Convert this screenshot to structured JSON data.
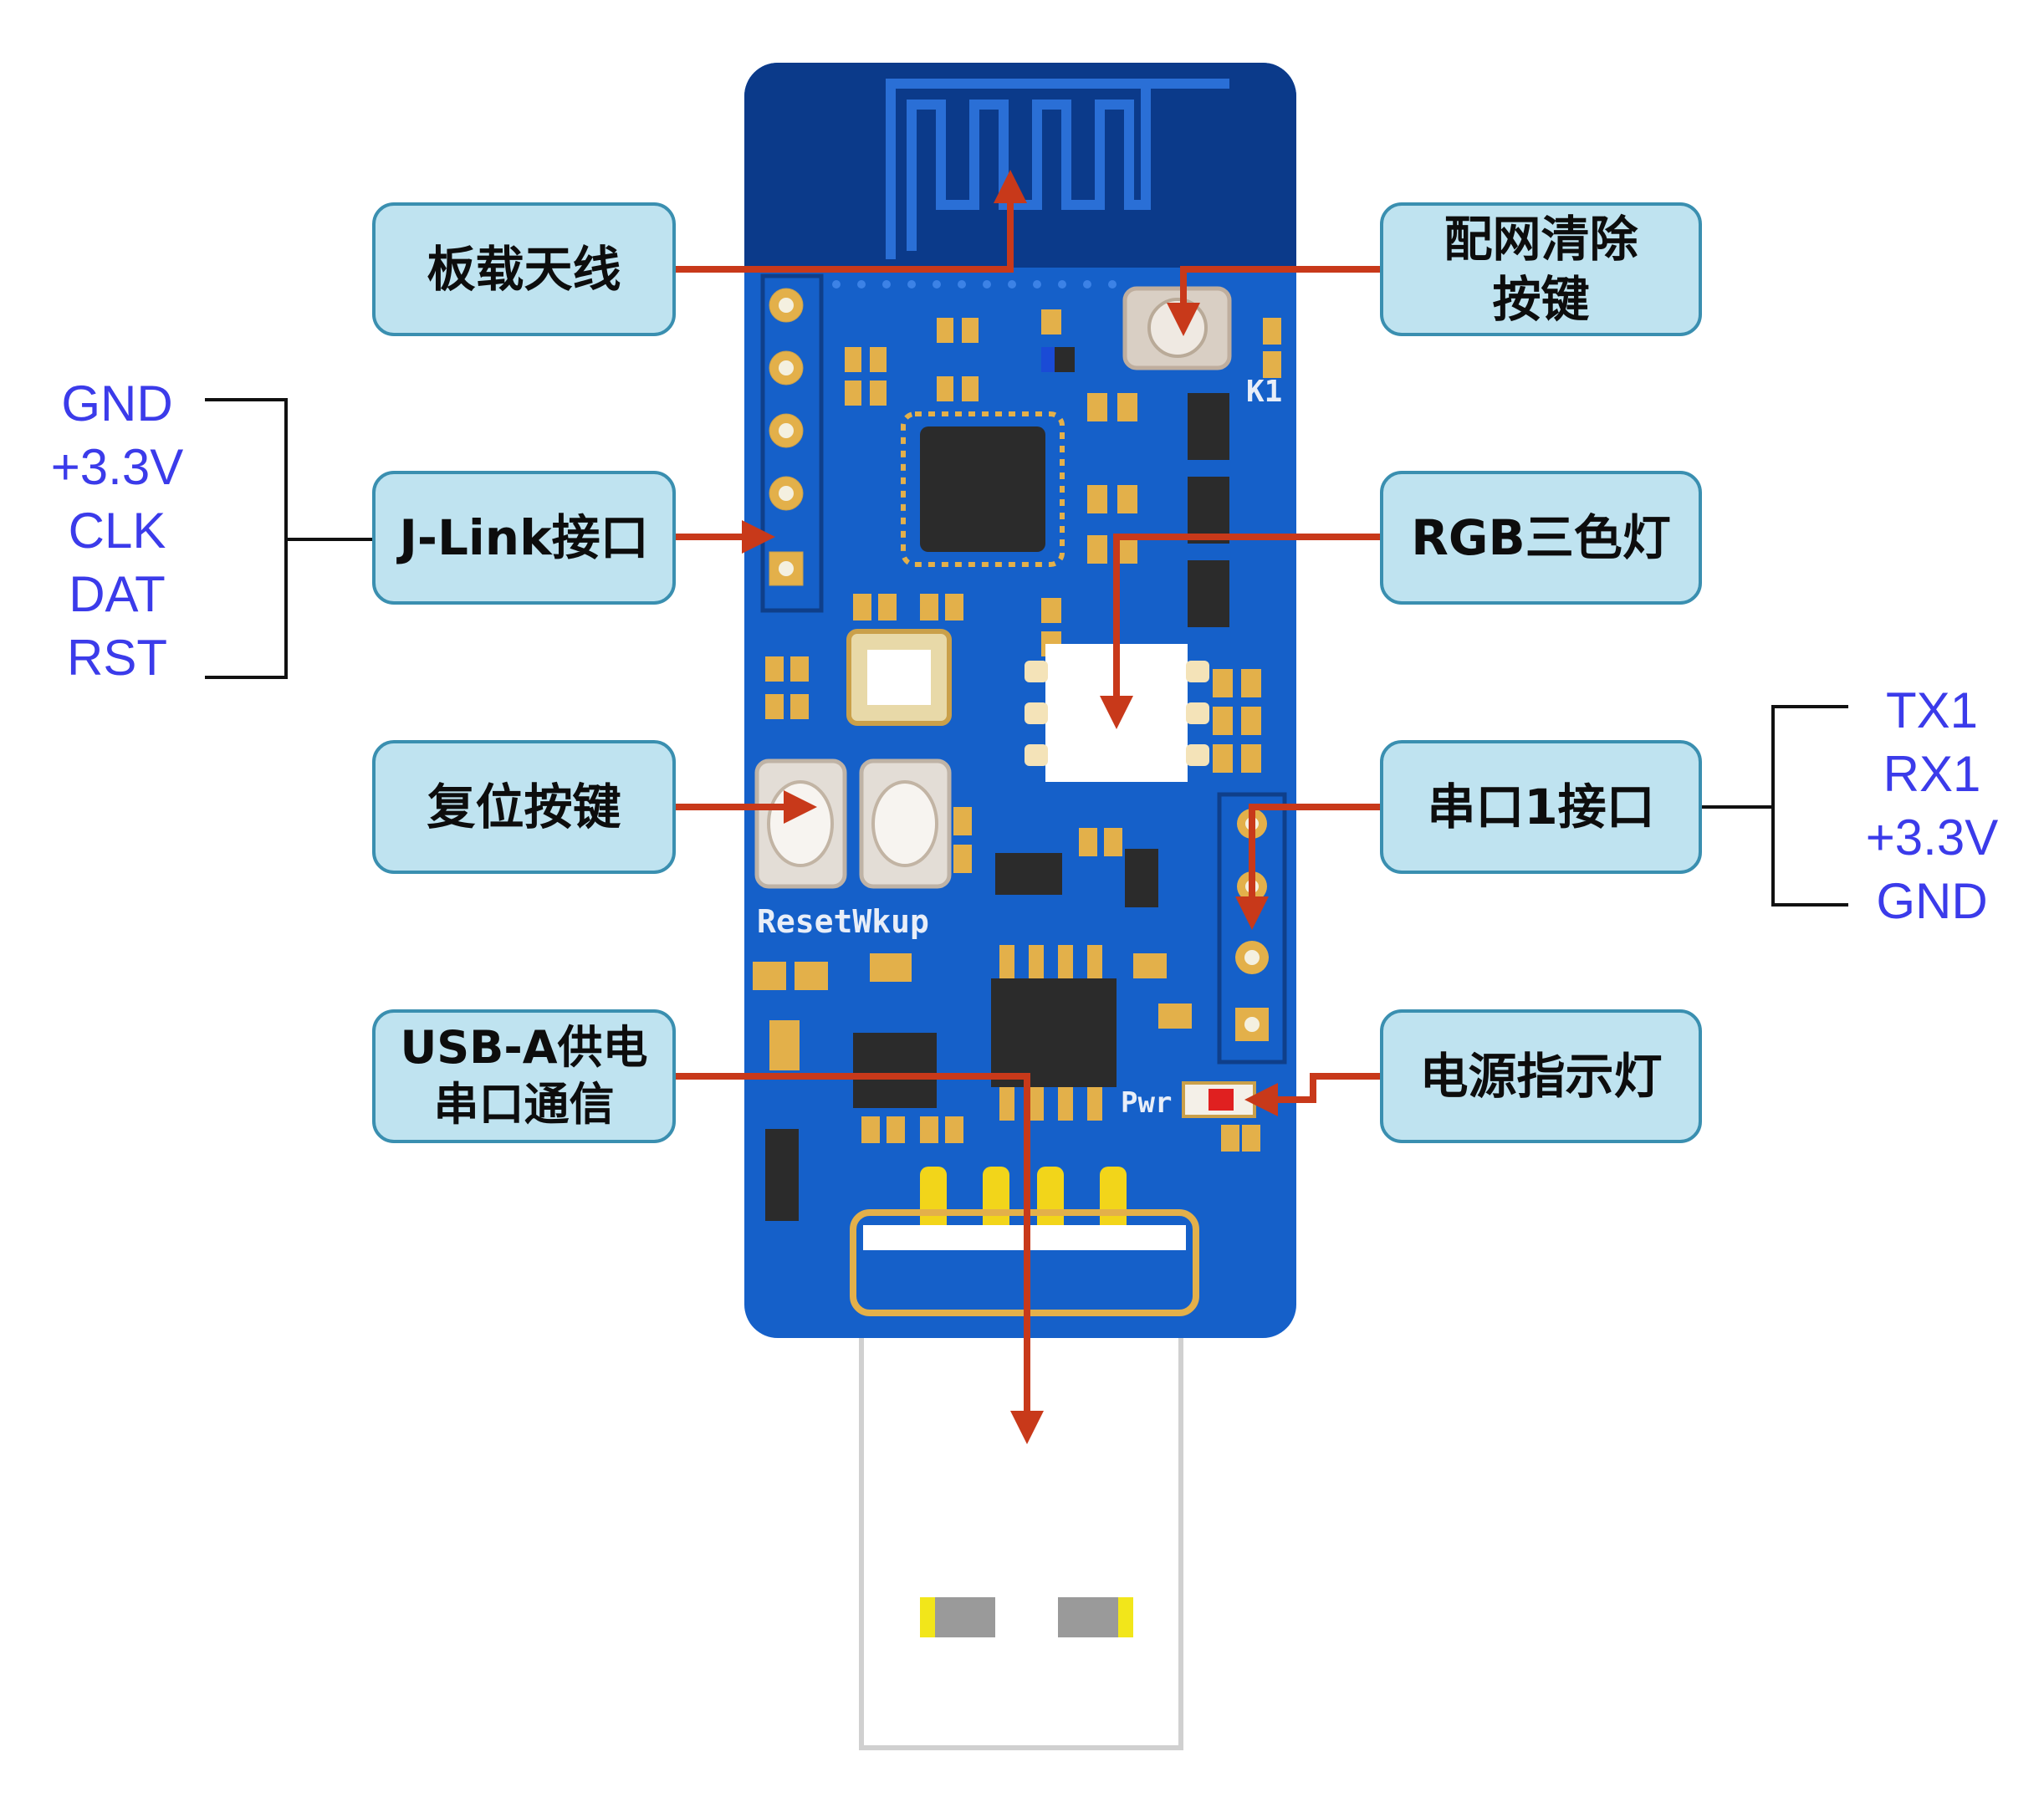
{
  "callouts": {
    "antenna": [
      "板载天线"
    ],
    "config_clear_key": [
      "配网清除",
      "按键"
    ],
    "jlink_port": [
      "J-Link接口"
    ],
    "rgb_led": [
      "RGB三色灯"
    ],
    "reset_key": [
      "复位按键"
    ],
    "uart1_port": [
      "串口1接口"
    ],
    "usb_power": [
      "USB-A供电",
      "串口通信"
    ],
    "power_led": [
      "电源指示灯"
    ]
  },
  "jlink_pins": [
    "GND",
    "+3.3V",
    "CLK",
    "DAT",
    "RST"
  ],
  "uart1_pins": [
    "TX1",
    "RX1",
    "+3.3V",
    "GND"
  ],
  "silkscreen": {
    "k1": "K1",
    "reset_wkup": "ResetWkup",
    "pwr": "Pwr"
  },
  "colors": {
    "pcb_blue": "#1560c9",
    "antenna_area": "#0b3a8a",
    "arrow": "#c8391a",
    "callout_fill": "#bfe3f0",
    "callout_border": "#3a8fb0",
    "pin_label": "#3b3bea"
  }
}
